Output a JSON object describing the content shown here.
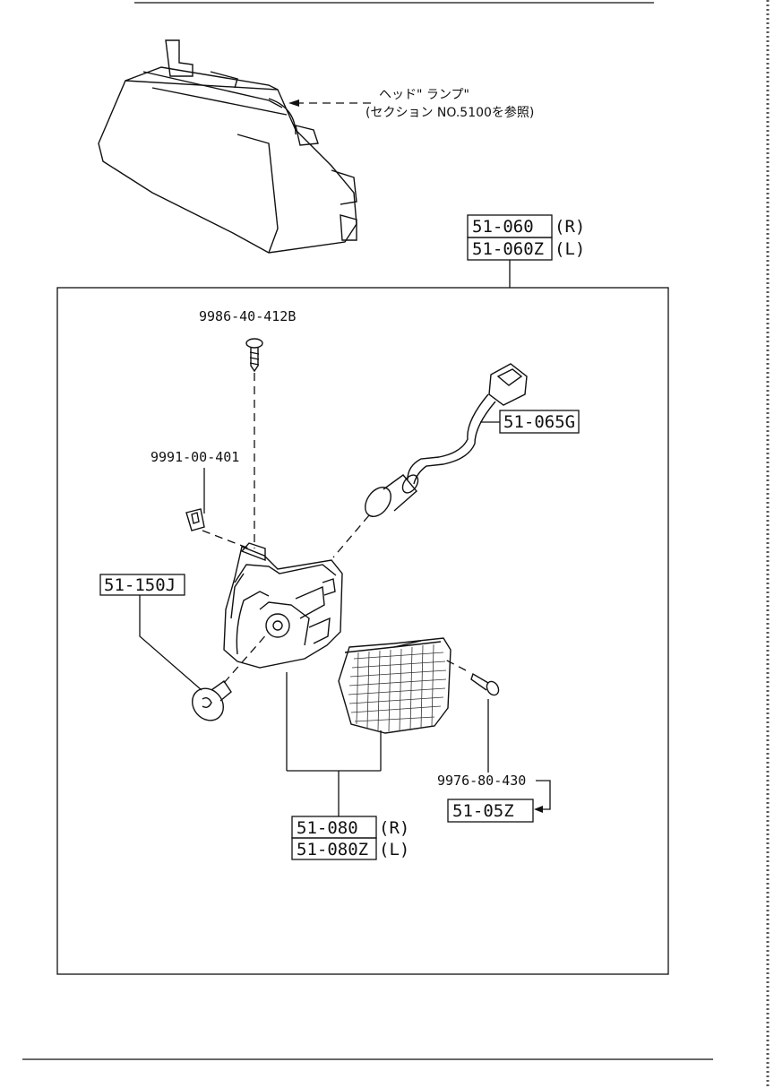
{
  "headlamp_note": {
    "line1": "ヘッド\" ランプ\"",
    "line2": "(セクション NO.5100を参照)"
  },
  "callouts": {
    "lamp_assembly_r": "51-060",
    "lamp_assembly_r_side": "(R)",
    "lamp_assembly_l": "51-060Z",
    "lamp_assembly_l_side": "(L)",
    "screw_top": "9986-40-412B",
    "nut_clip": "9991-00-401",
    "socket_harness": "51-065G",
    "bulb": "51-150J",
    "lens_screw": "9976-80-430",
    "lens": "51-05Z",
    "housing_r": "51-080",
    "housing_r_side": "(R)",
    "housing_l": "51-080Z",
    "housing_l_side": "(L)"
  }
}
